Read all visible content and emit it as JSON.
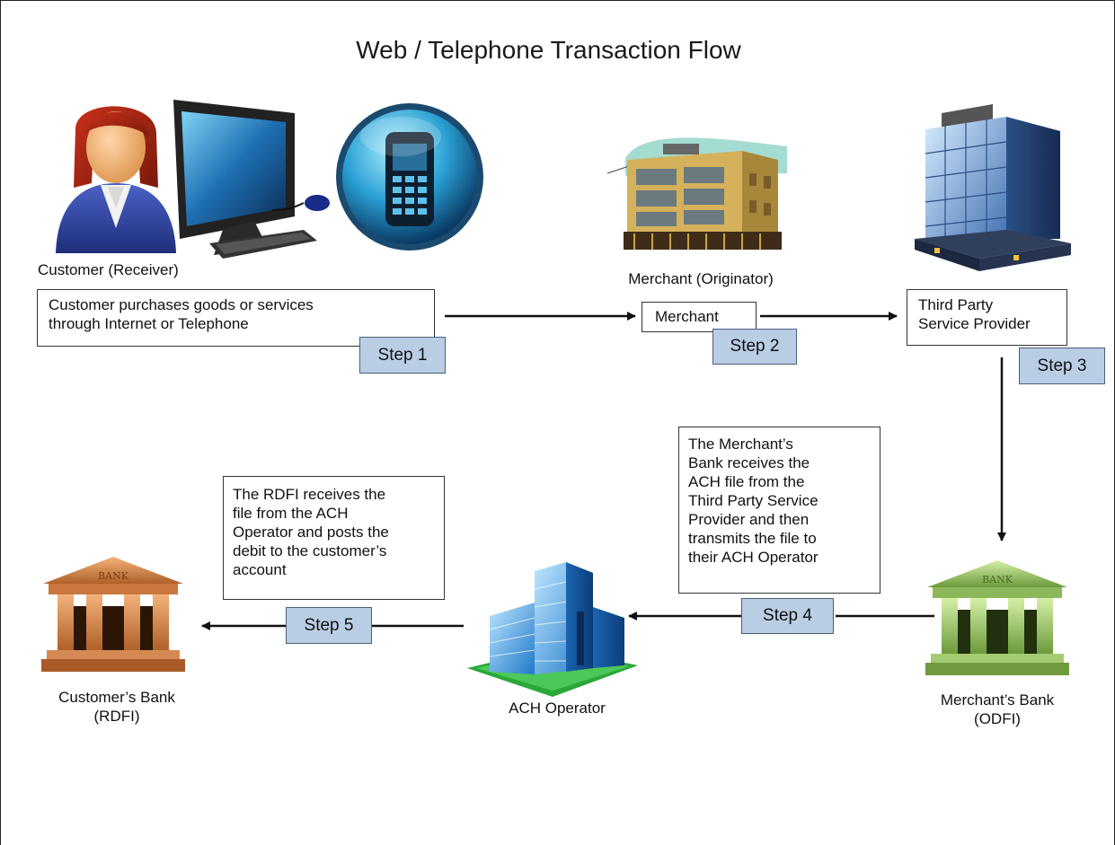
{
  "title": "Web / Telephone Transaction Flow",
  "nodes": {
    "customer": "Customer (Receiver)",
    "merchant": "Merchant (Originator)",
    "customer_bank": [
      "Customer’s Bank",
      "(RDFI)"
    ],
    "ach_operator": "ACH Operator",
    "merchant_bank": [
      "Merchant’s Bank",
      "(ODFI)"
    ]
  },
  "boxes": {
    "step1": [
      "Customer purchases goods or services",
      "through Internet or Telephone"
    ],
    "step2": [
      "Merchant"
    ],
    "step3": [
      "Third Party",
      "Service Provider"
    ],
    "step4": [
      "The Merchant’s",
      "Bank receives the",
      "ACH file from the",
      "Third Party Service",
      "Provider and then",
      "transmits the file to",
      "their ACH Operator"
    ],
    "step5": [
      "The RDFI receives the",
      "file from the ACH",
      "Operator and posts the",
      "debit to the customer’s",
      "account"
    ]
  },
  "steps": [
    "Step 1",
    "Step 2",
    "Step 3",
    "Step 4",
    "Step 5"
  ],
  "icons": {
    "customer": "person-icon",
    "computer": "desktop-computer-icon",
    "phone": "mobile-phone-icon",
    "merchant": "store-building-icon",
    "third_party": "office-tower-icon",
    "ach_operator": "glass-building-icon",
    "customer_bank": "bank-icon",
    "merchant_bank": "bank-icon"
  },
  "bank_sign": "BANK"
}
